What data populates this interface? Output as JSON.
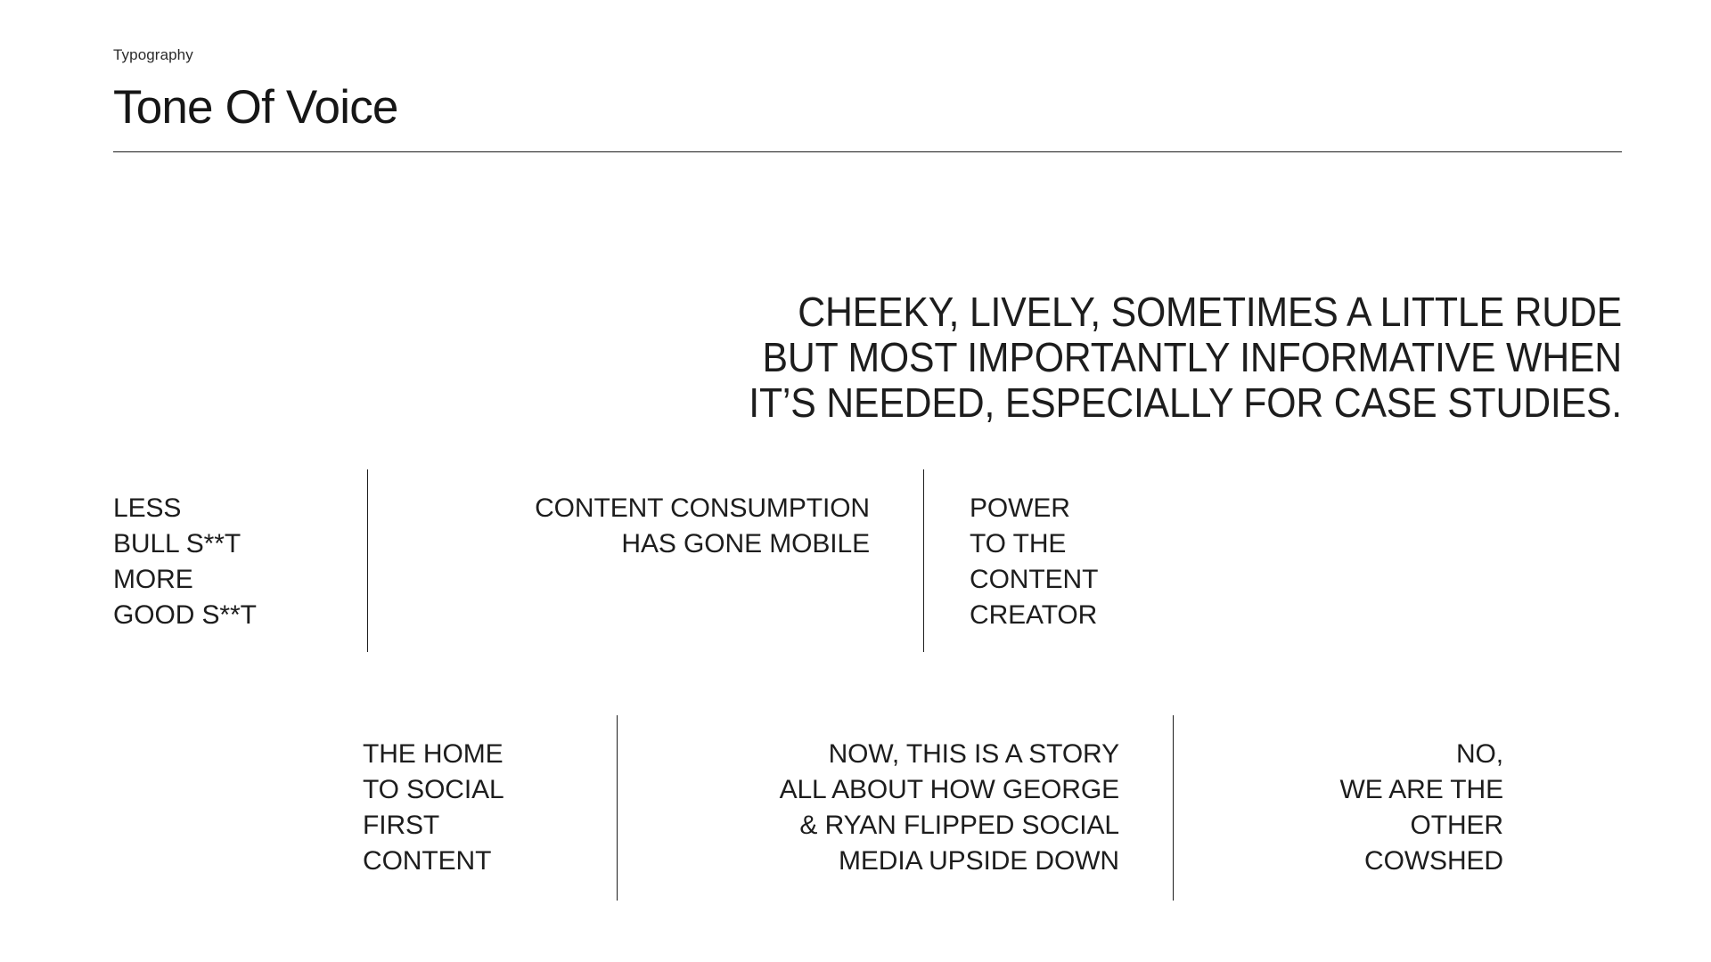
{
  "header": {
    "eyebrow": "Typography",
    "title": "Tone Of Voice"
  },
  "statement": {
    "lines": [
      "CHEEKY, LIVELY, SOMETIMES A LITTLE RUDE",
      "BUT MOST IMPORTANTLY INFORMATIVE WHEN",
      "IT’S NEEDED, ESPECIALLY FOR CASE STUDIES."
    ]
  },
  "rows": [
    {
      "id": "row-one",
      "cells": [
        {
          "align": "left",
          "divider": false,
          "lines": [
            "LESS",
            "BULL S**T",
            "MORE",
            "GOOD S**T"
          ]
        },
        {
          "align": "right",
          "divider": true,
          "lines": [
            "CONTENT CONSUMPTION",
            "HAS GONE MOBILE"
          ]
        },
        {
          "align": "left",
          "divider": true,
          "lines": [
            "POWER",
            "TO THE",
            "CONTENT",
            "CREATOR"
          ]
        }
      ]
    },
    {
      "id": "row-two",
      "cells": [
        {
          "align": "left",
          "divider": false,
          "lines": [
            "THE HOME",
            "TO SOCIAL",
            "FIRST",
            "CONTENT"
          ]
        },
        {
          "align": "right",
          "divider": true,
          "lines": [
            "NOW, THIS IS A STORY",
            "ALL ABOUT HOW GEORGE",
            "& RYAN FLIPPED SOCIAL",
            "MEDIA UPSIDE DOWN"
          ]
        },
        {
          "align": "right",
          "divider": true,
          "lines": [
            "NO,",
            "WE ARE THE",
            "OTHER",
            "COWSHED"
          ]
        }
      ]
    }
  ],
  "colors": {
    "background": "#ffffff",
    "text": "#1d1d1d",
    "rule": "#1d1d1d"
  }
}
